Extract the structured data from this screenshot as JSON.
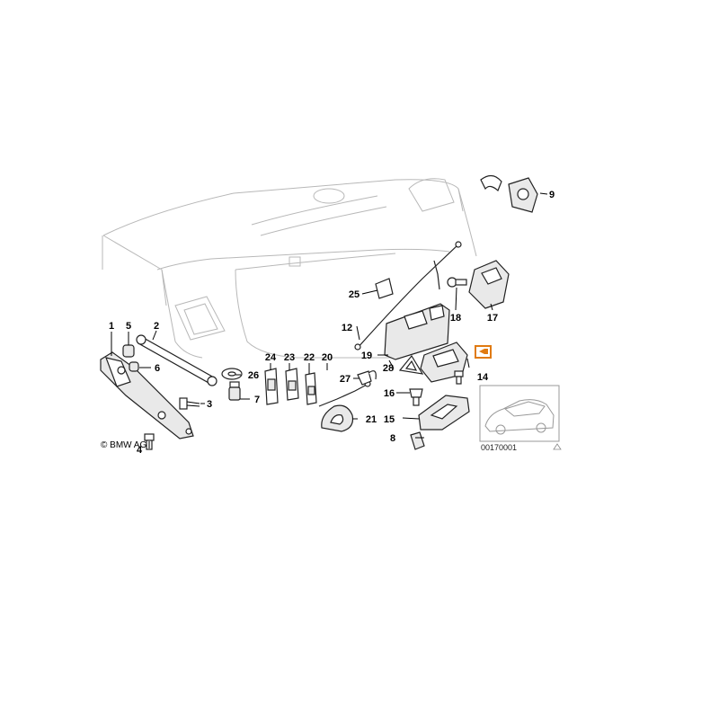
{
  "copyright": "© BMW AG",
  "reference_number": "00170001",
  "highlight_color": "#e07a10",
  "parts": [
    {
      "id": "p1",
      "num": "1"
    },
    {
      "id": "p2",
      "num": "2"
    },
    {
      "id": "p3",
      "num": "3"
    },
    {
      "id": "p4",
      "num": "4"
    },
    {
      "id": "p5",
      "num": "5"
    },
    {
      "id": "p6",
      "num": "6"
    },
    {
      "id": "p7",
      "num": "7"
    },
    {
      "id": "p8",
      "num": "8"
    },
    {
      "id": "p9",
      "num": "9"
    },
    {
      "id": "p12",
      "num": "12"
    },
    {
      "id": "p14",
      "num": "14"
    },
    {
      "id": "p15",
      "num": "15"
    },
    {
      "id": "p16",
      "num": "16"
    },
    {
      "id": "p17",
      "num": "17"
    },
    {
      "id": "p18",
      "num": "18"
    },
    {
      "id": "p19",
      "num": "19"
    },
    {
      "id": "p20",
      "num": "20"
    },
    {
      "id": "p21",
      "num": "21"
    },
    {
      "id": "p22",
      "num": "22"
    },
    {
      "id": "p23",
      "num": "23"
    },
    {
      "id": "p24",
      "num": "24"
    },
    {
      "id": "p25",
      "num": "25"
    },
    {
      "id": "p26",
      "num": "26"
    },
    {
      "id": "p27",
      "num": "27"
    },
    {
      "id": "p28",
      "num": "28"
    }
  ]
}
